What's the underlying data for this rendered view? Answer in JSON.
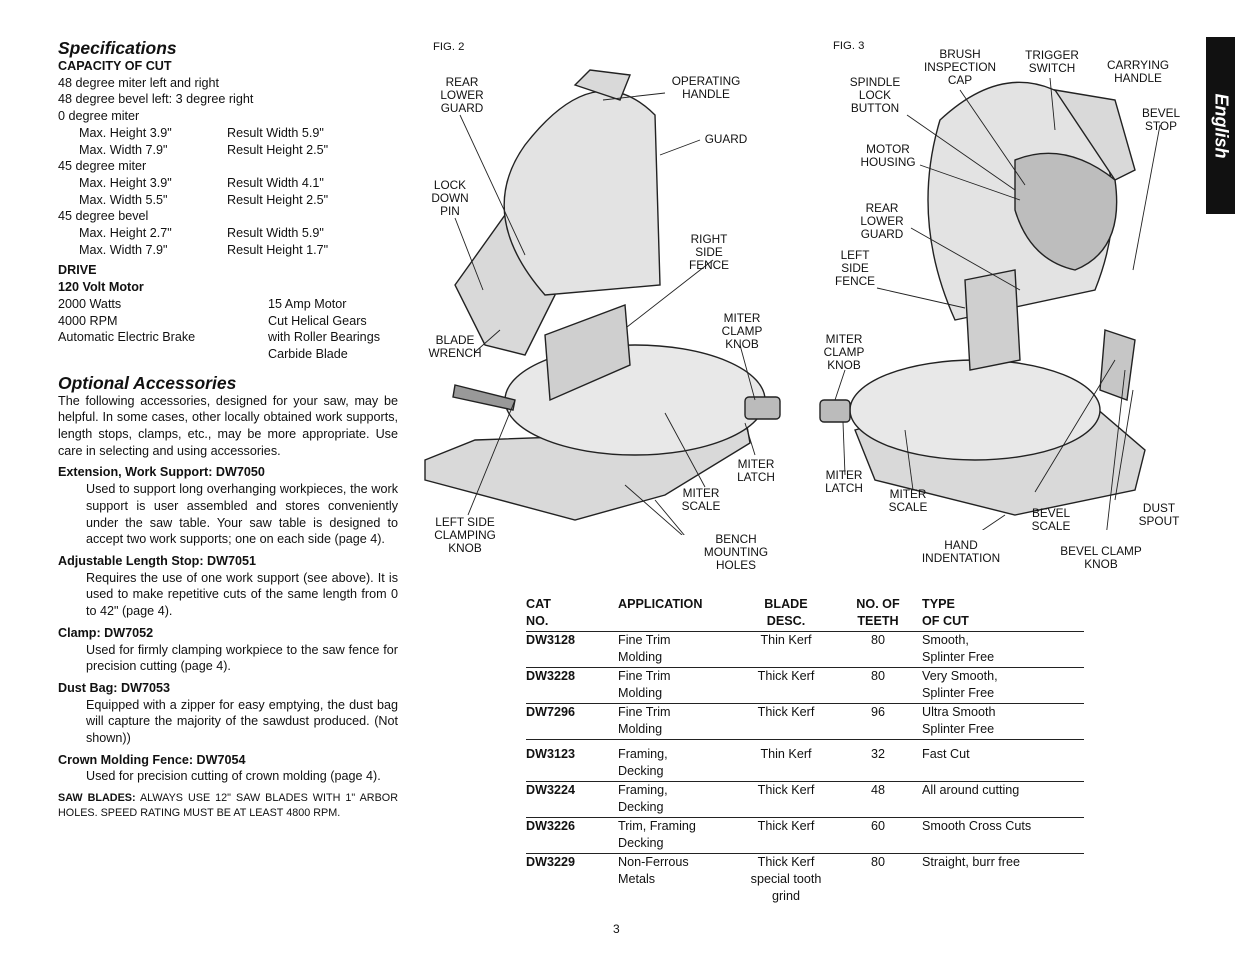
{
  "specs": {
    "title": "Specifications",
    "capacity_heading": "CAPACITY OF CUT",
    "lines": [
      "48 degree miter left and right",
      "48 degree bevel left: 3 degree right"
    ],
    "groups": [
      {
        "label": "0 degree miter",
        "rows": [
          [
            "Max. Height 3.9\"",
            "Result Width 5.9\""
          ],
          [
            "Max. Width 7.9\"",
            "Result Height 2.5\""
          ]
        ]
      },
      {
        "label": "45 degree miter",
        "rows": [
          [
            "Max. Height 3.9\"",
            "Result Width 4.1\""
          ],
          [
            "Max. Width 5.5\"",
            "Result Height 2.5\""
          ]
        ]
      },
      {
        "label": "45 degree bevel",
        "rows": [
          [
            "Max. Height 2.7\"",
            "Result Width 5.9\""
          ],
          [
            "Max. Width 7.9\"",
            "Result Height 1.7\""
          ]
        ]
      }
    ],
    "drive_heading": "DRIVE",
    "motor_heading": "120 Volt Motor",
    "drive_rows": [
      [
        "2000 Watts",
        "15 Amp Motor"
      ],
      [
        "4000 RPM",
        "Cut Helical Gears"
      ],
      [
        "Automatic Electric Brake",
        "with Roller Bearings"
      ],
      [
        "",
        "Carbide Blade"
      ]
    ]
  },
  "accessories": {
    "title": "Optional Accessories",
    "intro": "The following accessories, designed for your saw, may be helpful. In some cases, other locally obtained work supports, length stops, clamps, etc., may be more appropriate. Use care in selecting and using accessories.",
    "items": [
      {
        "heading": "Extension, Work Support: DW7050",
        "text": "Used to support long overhanging workpieces, the work support is user assembled and stores conveniently under the saw table. Your saw table is designed to accept two work supports; one on each side (page 4)."
      },
      {
        "heading": "Adjustable Length Stop: DW7051",
        "text": "Requires the use of one work support (see above). It is used to make repetitive cuts of the same length from 0 to 42\" (page 4)."
      },
      {
        "heading": "Clamp: DW7052",
        "text": "Used for firmly clamping workpiece to the saw fence for precision cutting (page 4)."
      },
      {
        "heading": "Dust Bag: DW7053",
        "text": "Equipped with a zipper for easy emptying, the dust bag will capture the majority of the sawdust produced. (Not shown))"
      },
      {
        "heading": "Crown Molding Fence: DW7054",
        "text": "Used for precision cutting of crown molding (page 4)."
      }
    ],
    "warning_label": "SAW BLADES:",
    "warning_text": " ALWAYS USE 12\" SAW BLADES WITH 1\" ARBOR HOLES. SPEED RATING MUST BE AT LEAST 4800 RPM."
  },
  "fig2": {
    "number": "FIG. 2",
    "labels": {
      "rear_lower_guard": "REAR\nLOWER\nGUARD",
      "operating_handle": "OPERATING\nHANDLE",
      "guard": "GUARD",
      "lock_down_pin": "LOCK\nDOWN\nPIN",
      "right_side_fence": "RIGHT\nSIDE\nFENCE",
      "miter_clamp_knob": "MITER\nCLAMP\nKNOB",
      "blade_wrench": "BLADE\nWRENCH",
      "miter_latch": "MITER\nLATCH",
      "miter_scale": "MITER\nSCALE",
      "left_side_clamping_knob": "LEFT SIDE\nCLAMPING\nKNOB",
      "bench_mounting_holes": "BENCH\nMOUNTING\nHOLES"
    }
  },
  "fig3": {
    "number": "FIG. 3",
    "labels": {
      "brush_inspection_cap": "BRUSH\nINSPECTION\nCAP",
      "trigger_switch": "TRIGGER\nSWITCH",
      "carrying_handle": "CARRYING\nHANDLE",
      "spindle_lock_button": "SPINDLE\nLOCK\nBUTTON",
      "bevel_stop": "BEVEL\nSTOP",
      "motor_housing": "MOTOR\nHOUSING",
      "rear_lower_guard": "REAR\nLOWER\nGUARD",
      "left_side_fence": "LEFT\nSIDE\nFENCE",
      "miter_clamp_knob": "MITER\nCLAMP\nKNOB",
      "miter_latch": "MITER\nLATCH",
      "miter_scale": "MITER\nSCALE",
      "bevel_scale": "BEVEL\nSCALE",
      "dust_spout": "DUST\nSPOUT",
      "hand_indentation": "HAND\nINDENTATION",
      "bevel_clamp_knob": "BEVEL CLAMP\nKNOB"
    }
  },
  "blade_table": {
    "headers": [
      "CAT\nNO.",
      "APPLICATION",
      "BLADE\nDESC.",
      "NO. OF\nTEETH",
      "TYPE\nOF CUT"
    ],
    "rows": [
      [
        "DW3128",
        "Fine Trim\nMolding",
        "Thin Kerf",
        "80",
        "Smooth,\nSplinter Free"
      ],
      [
        "DW3228",
        "Fine Trim\nMolding",
        "Thick Kerf",
        "80",
        "Very Smooth,\nSplinter Free"
      ],
      [
        "DW7296",
        "Fine Trim\nMolding",
        "Thick Kerf",
        "96",
        "Ultra Smooth\nSplinter Free"
      ],
      [
        "DW3123",
        "Framing,\nDecking",
        "Thin Kerf",
        "32",
        "Fast Cut"
      ],
      [
        "DW3224",
        "Framing,\nDecking",
        "Thick Kerf",
        "48",
        "All around cutting"
      ],
      [
        "DW3226",
        "Trim, Framing\nDecking",
        "Thick Kerf",
        "60",
        "Smooth Cross Cuts"
      ],
      [
        "DW3229",
        "Non-Ferrous\nMetals",
        "Thick Kerf\nspecial tooth\ngrind",
        "80",
        "Straight, burr free"
      ]
    ]
  },
  "tab_label": "English",
  "page_number": "3"
}
